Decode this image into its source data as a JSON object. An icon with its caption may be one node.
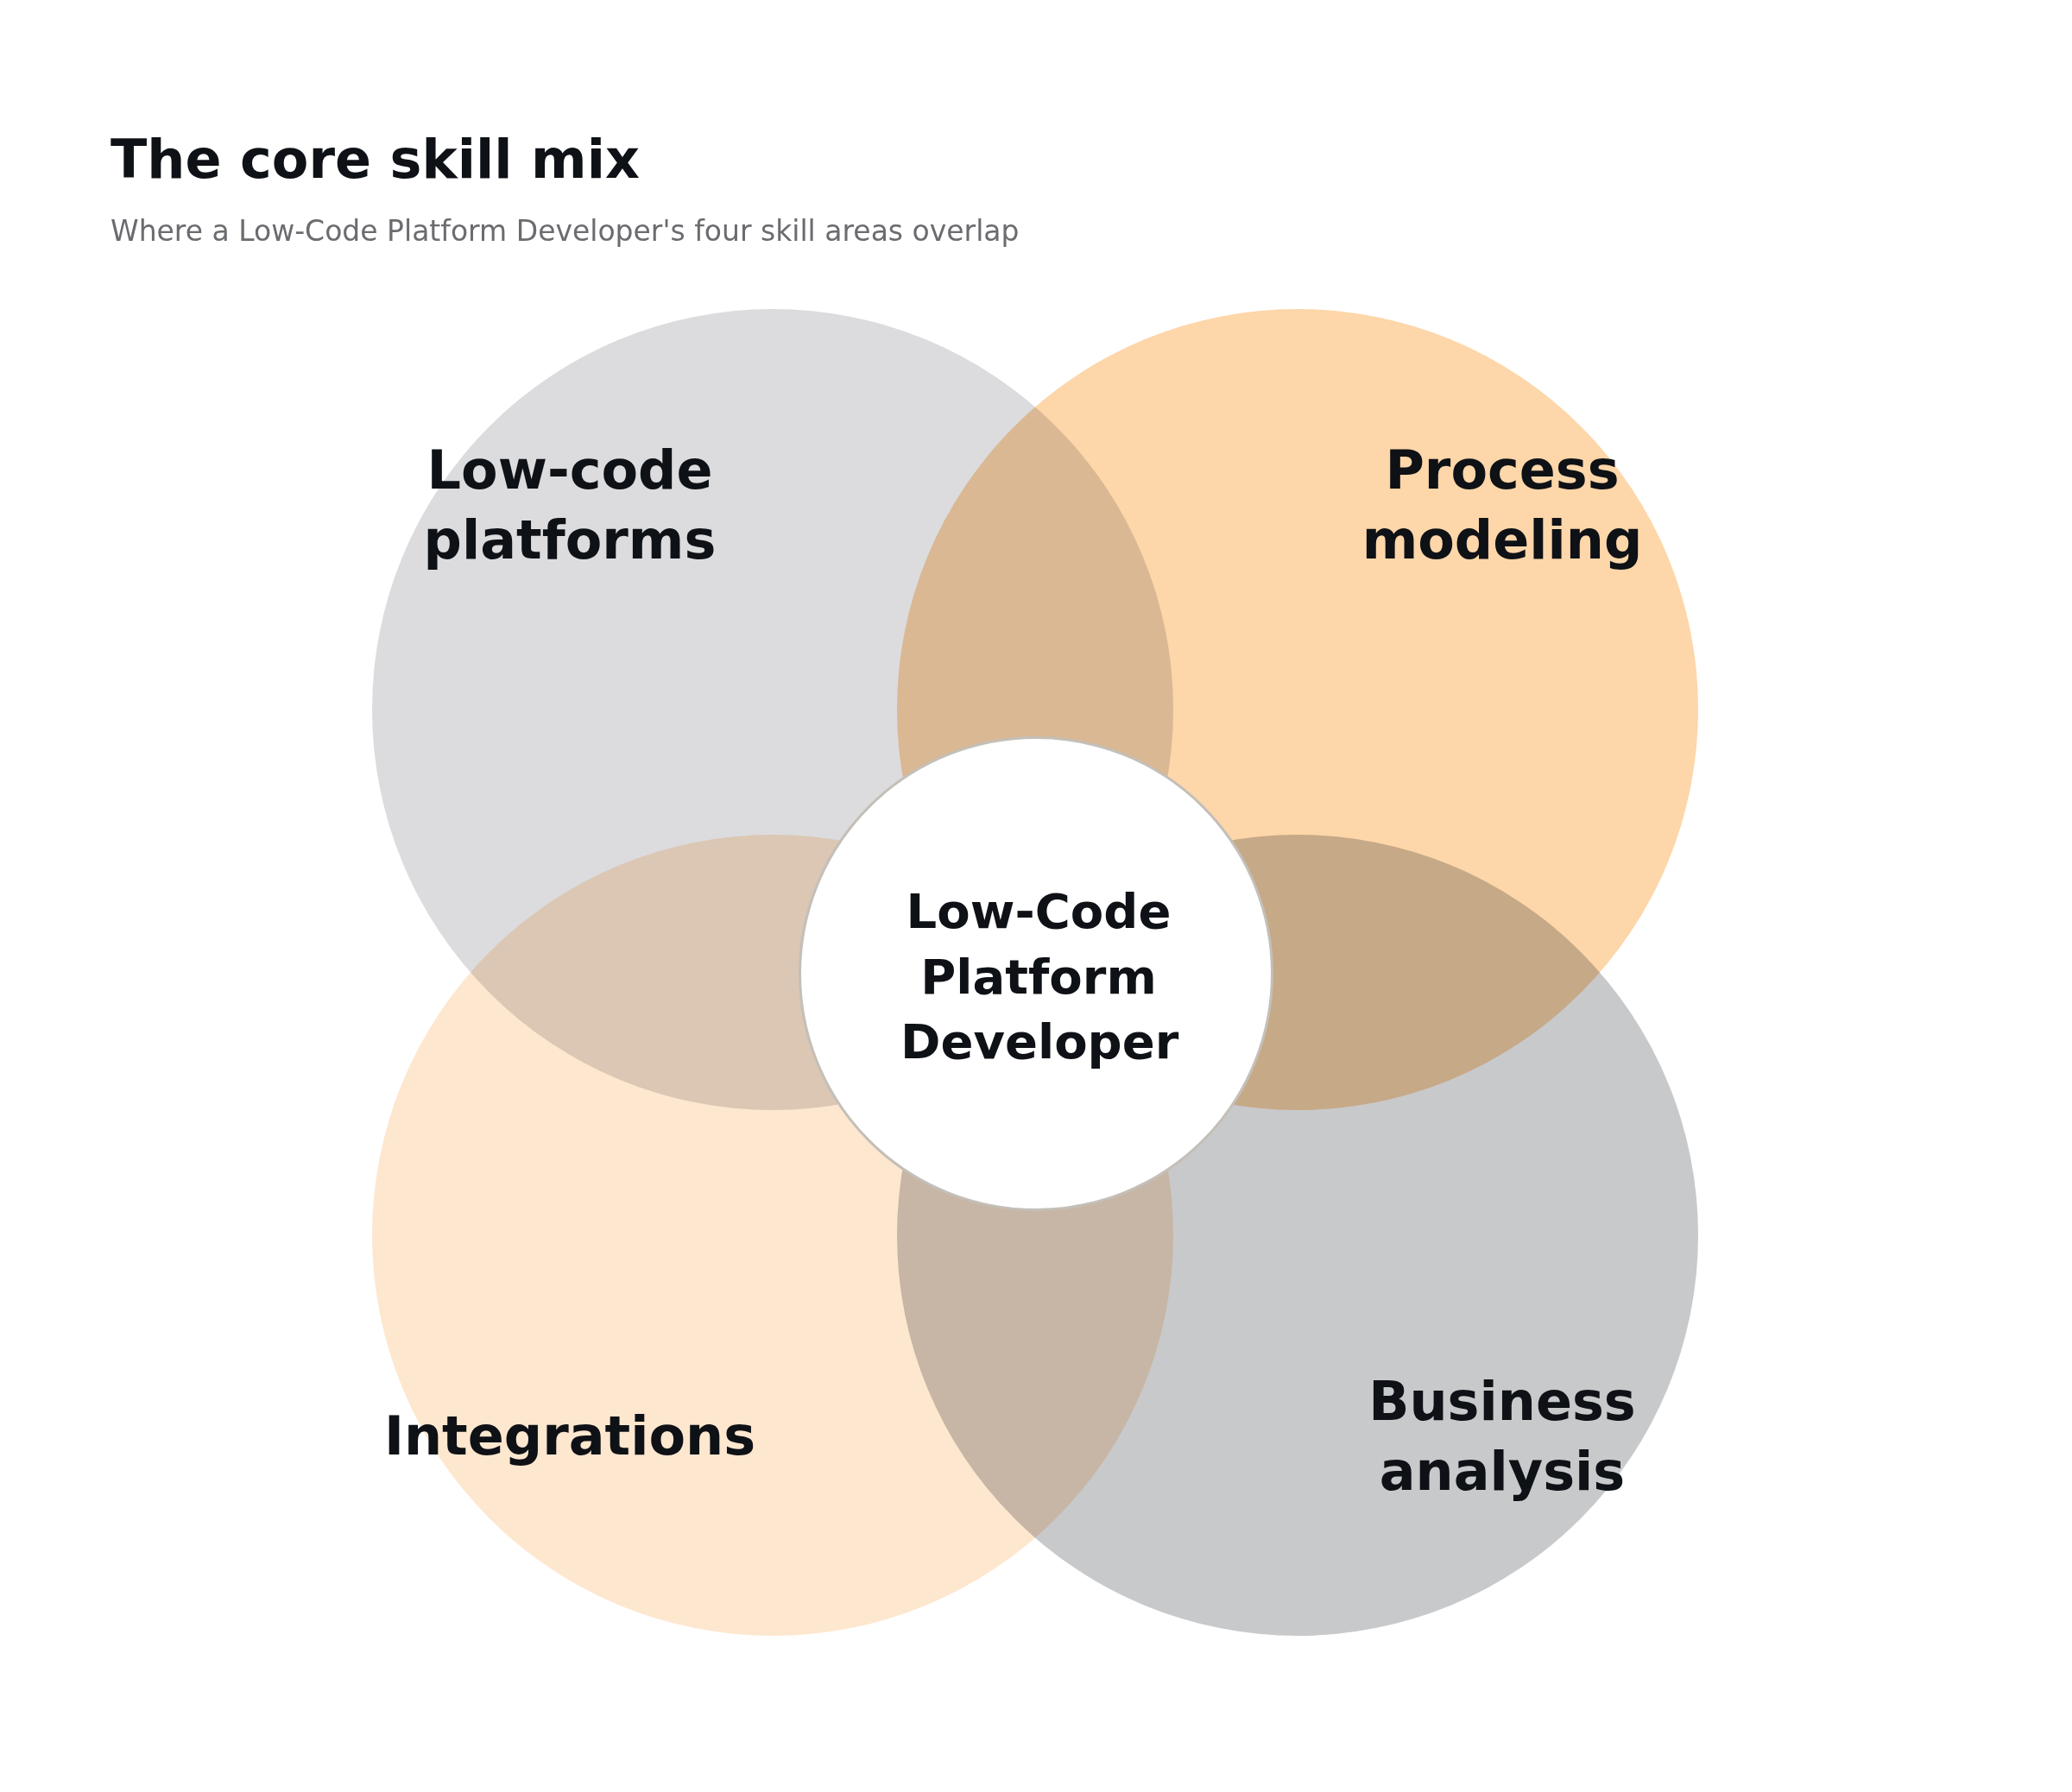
{
  "diagram": {
    "title": "The core skill mix",
    "nodes": [
      {
        "text": [
          "Low-code platforms"
        ]
      },
      {
        "text": [
          "Process modeling"
        ]
      },
      {
        "text": [
          "Integrations"
        ]
      },
      {
        "text": [
          "Business analysis"
        ]
      },
      {
        "text": [
          "Low-Code Platform Developer"
        ]
      }
    ],
    "labels": [
      "Where a Low-Code Platform Developer's four skill areas overlap"
    ]
  }
}
